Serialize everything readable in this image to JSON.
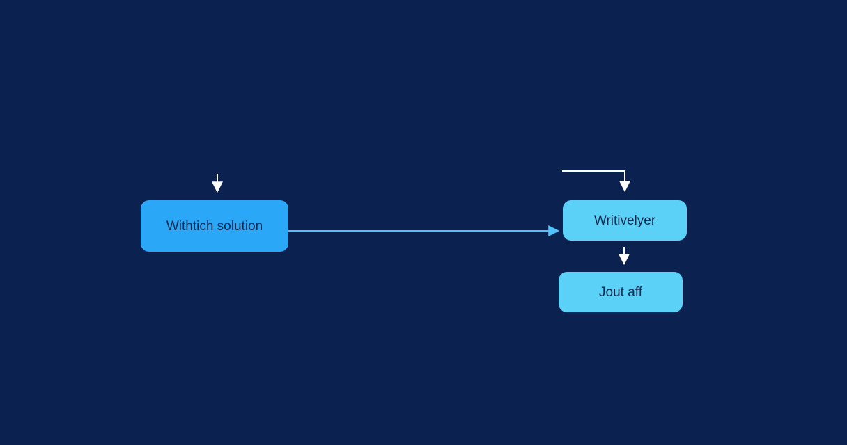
{
  "colors": {
    "background": "#0b2150",
    "node_primary": "#2aa8f7",
    "node_secondary": "#5bd1f7",
    "node_text": "#11294f",
    "connector_white": "#ffffff",
    "connector_blue": "#4fc3f7"
  },
  "nodes": {
    "source": {
      "label": "Withtich solution"
    },
    "top_right": {
      "label": "Writivelyer"
    },
    "bottom_right": {
      "label": "Jout aff"
    }
  },
  "icons": {
    "arrow": "arrow-down-icon"
  }
}
